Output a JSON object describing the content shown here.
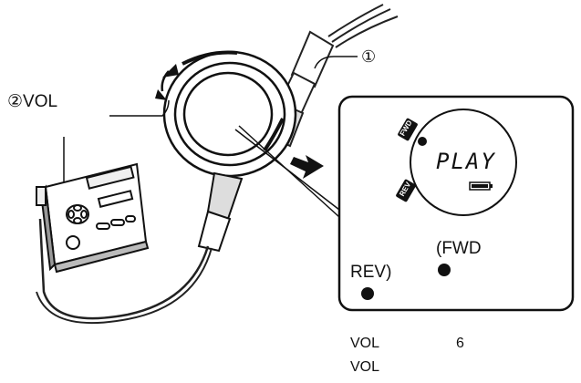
{
  "callouts": {
    "step1_marker": "①",
    "step2_vol": "②VOL",
    "fwd_label": "(FWD",
    "rev_label": "REV)"
  },
  "lcd": {
    "play_text": "PLAY",
    "fwd_tag": "FWD",
    "rev_tag": "REV"
  },
  "notes": {
    "line1_left": "VOL",
    "line1_right": "6",
    "line2_left": "VOL"
  }
}
